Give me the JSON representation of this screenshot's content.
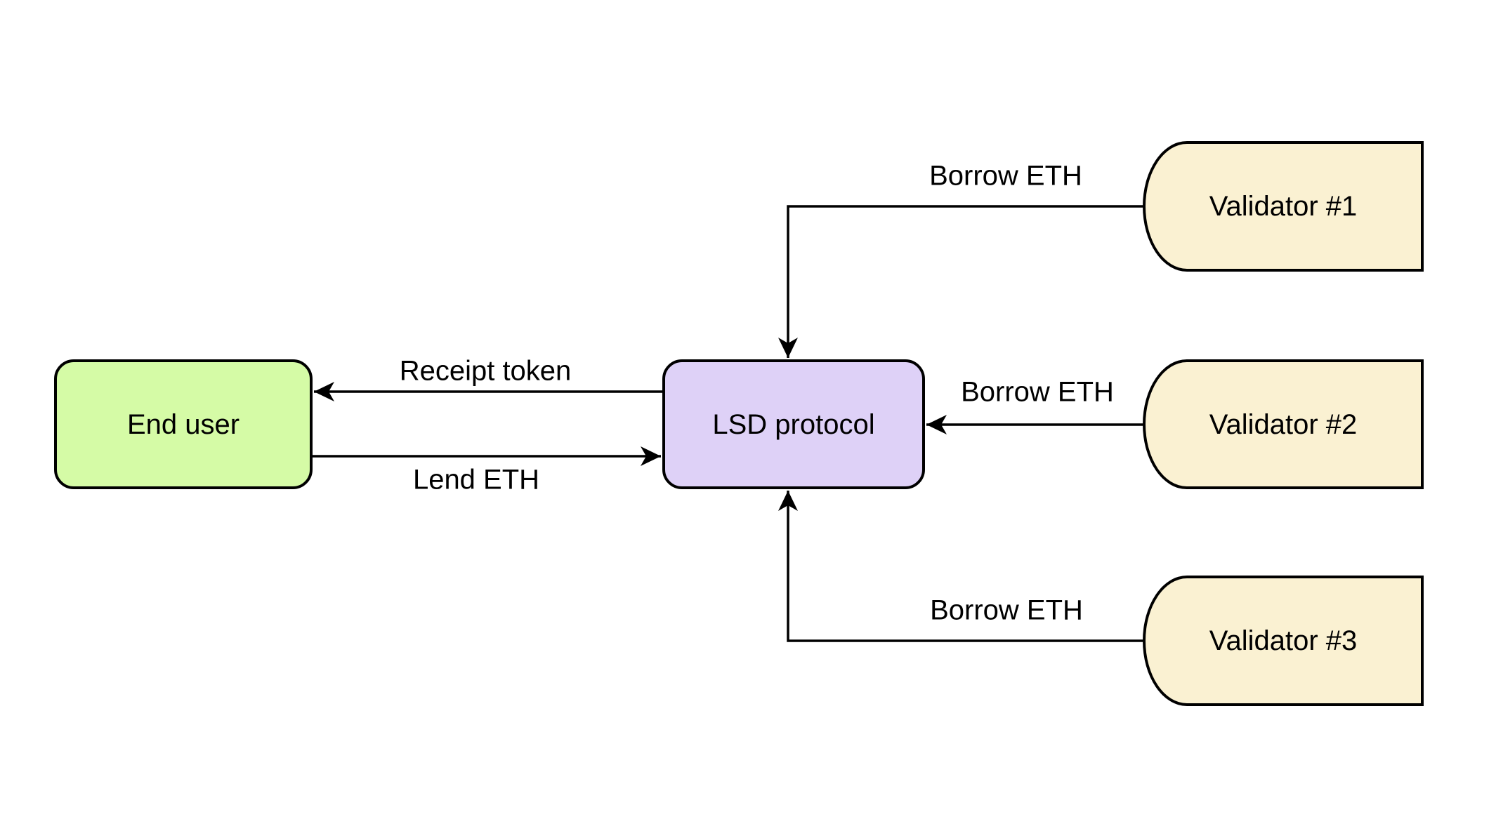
{
  "diagram": {
    "background_color": "#ffffff",
    "stroke_color": "#000000",
    "text_color": "#000000",
    "nodes": [
      {
        "id": "end-user",
        "label": "End user",
        "shape": "rounded-rectangle",
        "fill": "#d5fba6"
      },
      {
        "id": "lsd-protocol",
        "label": "LSD protocol",
        "shape": "rounded-rectangle",
        "fill": "#ded1f7"
      },
      {
        "id": "validator-1",
        "label": "Validator #1",
        "shape": "delay-left",
        "fill": "#faf1d2"
      },
      {
        "id": "validator-2",
        "label": "Validator #2",
        "shape": "delay-left",
        "fill": "#faf1d2"
      },
      {
        "id": "validator-3",
        "label": "Validator #3",
        "shape": "delay-left",
        "fill": "#faf1d2"
      }
    ],
    "edges": [
      {
        "id": "receipt-token",
        "label": "Receipt token",
        "from": "lsd-protocol",
        "to": "end-user"
      },
      {
        "id": "lend-eth",
        "label": "Lend ETH",
        "from": "end-user",
        "to": "lsd-protocol"
      },
      {
        "id": "borrow-eth-1",
        "label": "Borrow ETH",
        "from": "validator-1",
        "to": "lsd-protocol"
      },
      {
        "id": "borrow-eth-2",
        "label": "Borrow ETH",
        "from": "validator-2",
        "to": "lsd-protocol"
      },
      {
        "id": "borrow-eth-3",
        "label": "Borrow ETH",
        "from": "validator-3",
        "to": "lsd-protocol"
      }
    ]
  }
}
